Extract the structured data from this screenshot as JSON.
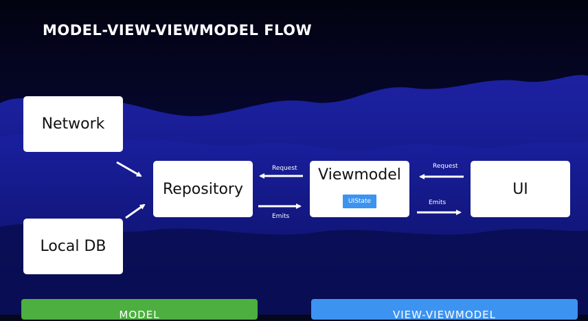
{
  "title": "MODEL-VIEW-VIEWMODEL FLOW",
  "boxes": {
    "network": "Network",
    "local_db": "Local DB",
    "repository": "Repository",
    "viewmodel": "Viewmodel",
    "uistate": "UIState",
    "ui": "UI"
  },
  "arrow_labels": {
    "vm_request": "Request",
    "repo_emits": "Emits",
    "ui_request": "Request",
    "vm_emits": "Emits"
  },
  "footer": {
    "model": "MODEL",
    "view_viewmodel": "VIEW-VIEWMODEL"
  },
  "colors": {
    "background": "#05071a",
    "wave": "#1a1f9a",
    "model_bar": "#4caf3f",
    "view_viewmodel_bar": "#3d93f0",
    "uistate_badge": "#3d93f0"
  }
}
